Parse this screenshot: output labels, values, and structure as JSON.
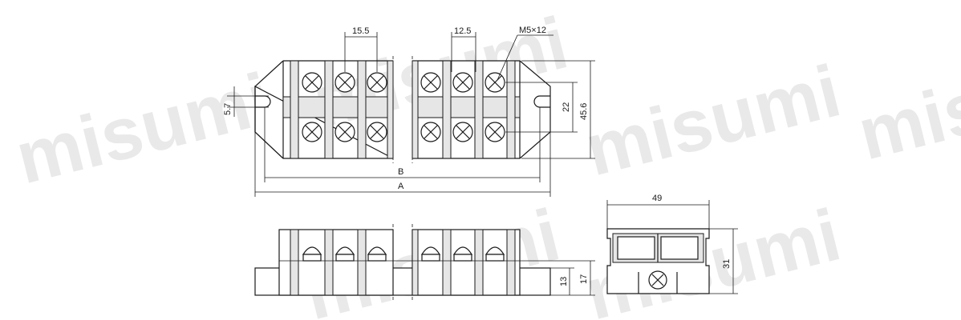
{
  "watermark": {
    "text": "misumi"
  },
  "dimensions": {
    "pitch_left": "15.5",
    "pitch_right": "12.5",
    "screw_spec": "M5×12",
    "slot_width": "5.7",
    "row_spacing": "22",
    "body_height": "45.6",
    "length_b": "B",
    "length_a": "A",
    "base_height": "13",
    "side_height": "17",
    "depth": "49",
    "total_height": "31"
  },
  "colors": {
    "line": "#1a1a1a",
    "watermark": "#e9e9e9",
    "fill": "#e6e6e6"
  }
}
